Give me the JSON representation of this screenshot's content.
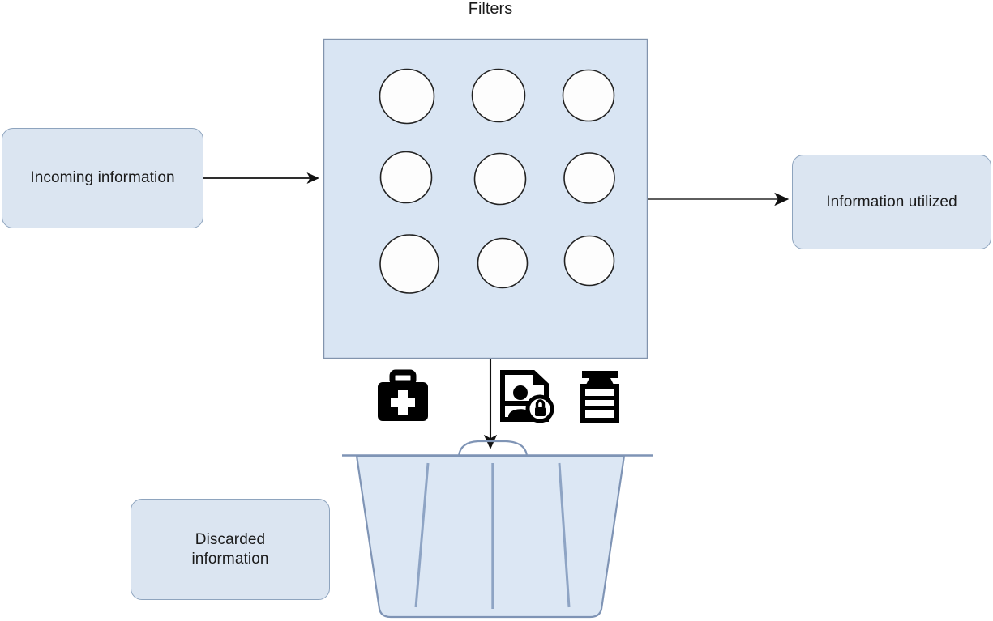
{
  "diagram": {
    "title": "Filters",
    "nodes": {
      "incoming": "Incoming information",
      "utilized": "Information utilized",
      "discarded_line1": "Discarded",
      "discarded_line2": "information"
    },
    "filter_grid": {
      "rows": 3,
      "cols": 3,
      "hole_count": 9
    },
    "icons": [
      {
        "name": "first-aid-kit-icon",
        "label": "first aid kit"
      },
      {
        "name": "confidential-patient-record-icon",
        "label": "patient record with lock"
      },
      {
        "name": "medicine-vial-icon",
        "label": "medicine vial"
      }
    ],
    "edges": [
      {
        "name": "incoming-to-filters",
        "from": "incoming",
        "to": "filters",
        "direction": "right"
      },
      {
        "name": "filters-to-utilized",
        "from": "filters",
        "to": "utilized",
        "direction": "right"
      },
      {
        "name": "filters-to-bin",
        "from": "filters",
        "to": "waste-bin",
        "direction": "down"
      }
    ],
    "shapes": {
      "waste_bin": {
        "name": "waste-bin",
        "ribs": 3,
        "has_lid_handle": true
      }
    },
    "colors": {
      "fill_light_blue": "#dbe5f1",
      "fill_pale_blue": "#d9e5f3",
      "stroke_blue_gray": "#8ea4be",
      "stroke_dark": "#1f1f1f",
      "arrow_gray": "#5e5e5e",
      "bin_stroke": "#7f94b5",
      "icon_black": "#000000",
      "background": "#ffffff"
    }
  }
}
